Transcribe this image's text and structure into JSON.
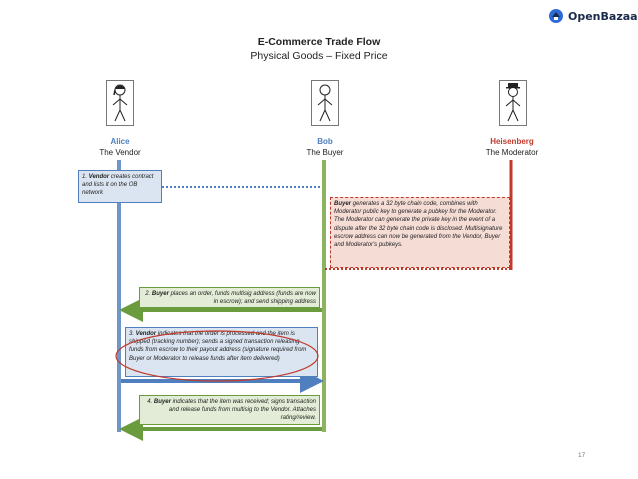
{
  "brand": {
    "name": "OpenBazaar",
    "accent": "#2e6bd8",
    "dark": "#1a2a4a"
  },
  "header": {
    "title": "E-Commerce Trade Flow",
    "subtitle": "Physical Goods – Fixed Price"
  },
  "actors": [
    {
      "name": "Alice",
      "role": "The Vendor",
      "color": "#4f7fbf"
    },
    {
      "name": "Bob",
      "role": "The Buyer",
      "color": "#6a9b3c"
    },
    {
      "name": "Heisenberg",
      "role": "The Moderator",
      "color": "#c0392b"
    }
  ],
  "steps": [
    {
      "prefix": "1. ",
      "actor": "Vendor",
      "text": " creates contract and lists it on the OB network"
    },
    {
      "prefix": "",
      "actor": "Buyer",
      "text": " generates a 32 byte chain code, combines with Moderator public key to generate a pubkey for the Moderator. The Moderator can generate the private key in the event of a dispute after the 32 byte chain code is disclosed. Multisignature escrow address can now be generated from the Vendor, Buyer and Moderator's pubkeys."
    },
    {
      "prefix": "2. ",
      "actor": "Buyer",
      "text": " places an order, funds multisig address (funds are now in escrow); and send shipping address"
    },
    {
      "prefix": "3. ",
      "actor": "Vendor",
      "text": " indicates that the order is processed and the item is shipped (tracking number); sends a signed transaction releasing funds from escrow to their payout address (signature required from Buyer or Moderator to release funds after item delivered)"
    },
    {
      "prefix": "4. ",
      "actor": "Buyer",
      "text": " indicates that the item was received; signs transaction and release funds from multisig to the Vendor. Attaches rating/review."
    }
  ],
  "page_number": "17"
}
